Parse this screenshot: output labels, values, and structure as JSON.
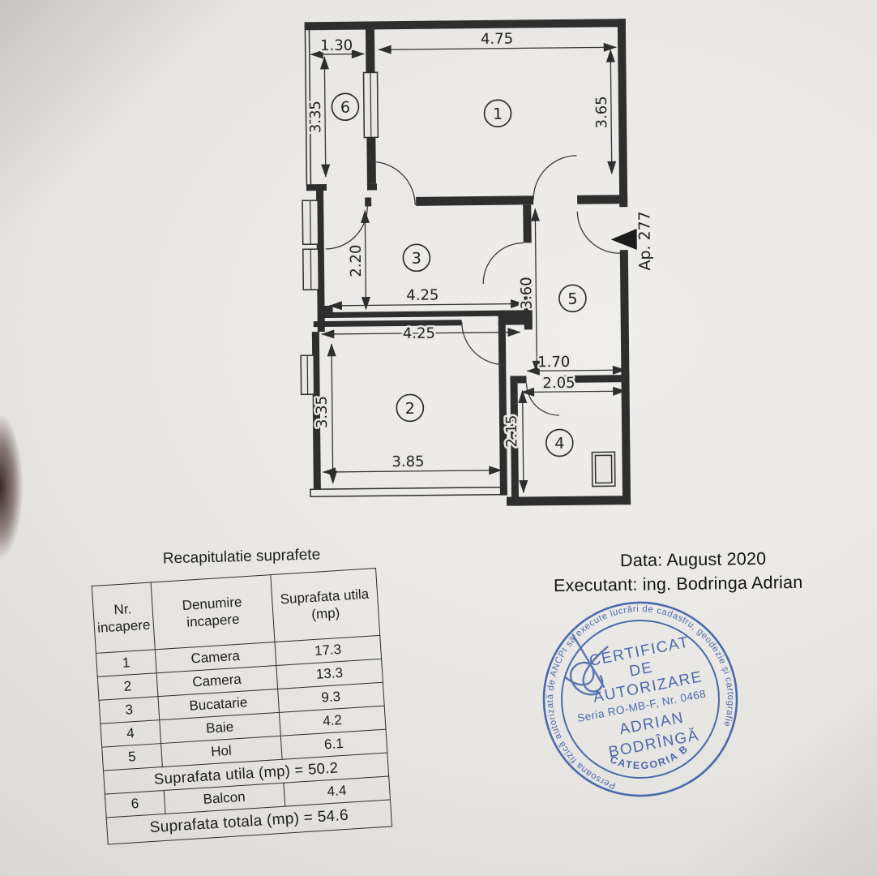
{
  "page": {
    "paper_color": "#e9e7e4",
    "line_color": "#2e2e2e",
    "shadow_note": "finger-shadow-left-edge"
  },
  "floor_plan": {
    "entrance_label": "Ap. 277",
    "room_numbers": {
      "r1": "1",
      "r2": "2",
      "r3": "3",
      "r4": "4",
      "r5": "5",
      "r6": "6"
    },
    "dims": {
      "balcony_width": "1.30",
      "room1_width": "4.75",
      "balcony_height": "3.35",
      "room1_height": "3.65",
      "kitchen_height": "2.20",
      "kitchen_width": "4.25",
      "hall_height": "3.60",
      "room2_width_top": "4.25",
      "room2_height": "3.35",
      "hall_lower_width": "1.70",
      "bath_width": "2.05",
      "bath_height": "2.15",
      "room2_width_bottom": "3.85"
    }
  },
  "table": {
    "title": "Recapitulatie suprafete",
    "headers": [
      "Nr. incapere",
      "Denumire incapere",
      "Suprafata utila (mp)"
    ],
    "rows": [
      [
        "1",
        "Camera",
        "17.3"
      ],
      [
        "2",
        "Camera",
        "13.3"
      ],
      [
        "3",
        "Bucatarie",
        "9.3"
      ],
      [
        "4",
        "Baie",
        "4.2"
      ],
      [
        "5",
        "Hol",
        "6.1"
      ]
    ],
    "subtotal": "Suprafata utila (mp) = 50.2",
    "row6": [
      "6",
      "Balcon",
      "4.4"
    ],
    "total": "Suprafata totala (mp) = 54.6"
  },
  "info": {
    "date": "Data: August 2020",
    "executor": "Executant: ing. Bodringa Adrian"
  },
  "stamp": {
    "color": "#3d5fa8",
    "ring_text": "Persoana fizică autorizată de ANCPI să execute lucrări de cadastru, geodezie și cartografie",
    "line1": "CERTIFICAT",
    "line2": "DE",
    "line3": "AUTORIZARE",
    "seria": "Seria RO-MB-F, Nr. 0468",
    "name1": "ADRIAN",
    "name2": "BODRÎNGĂ",
    "category": "CATEGORIA B"
  }
}
